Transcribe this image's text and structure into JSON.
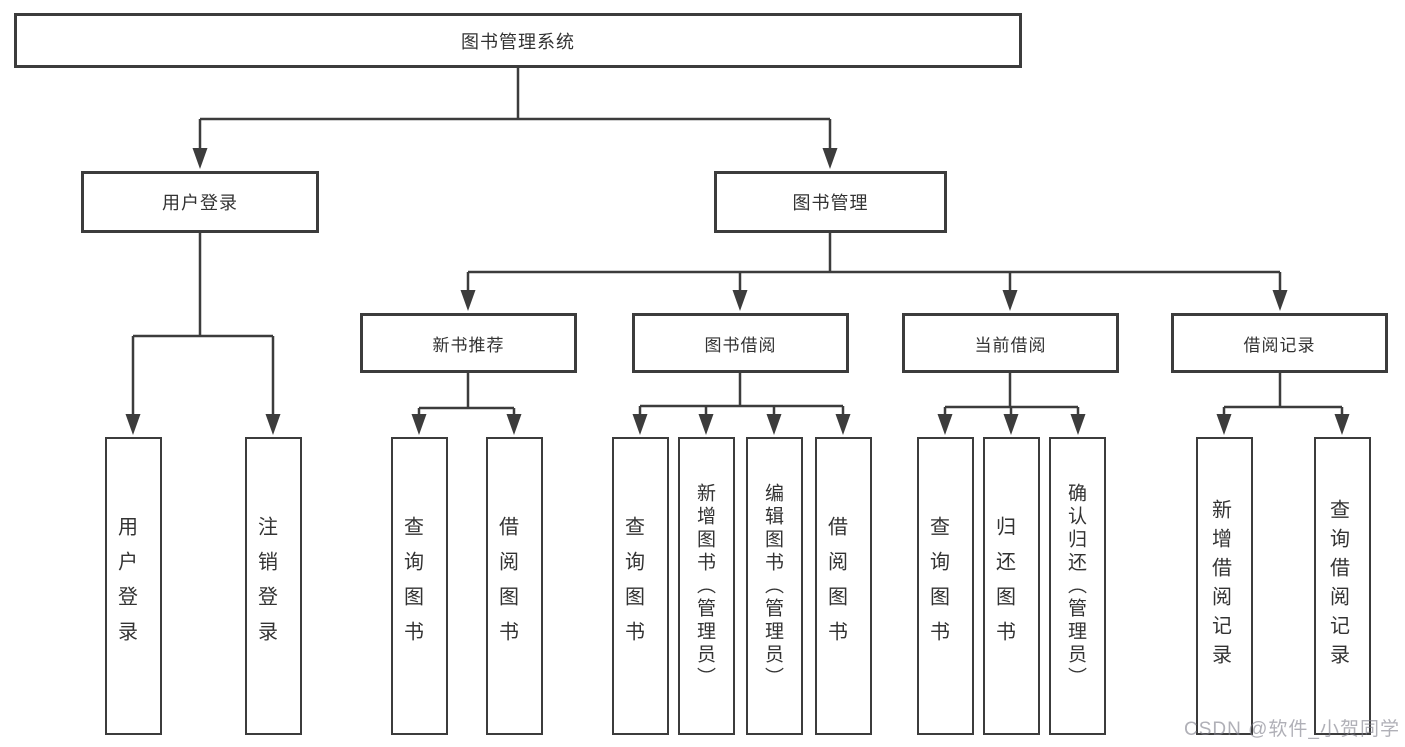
{
  "diagram": {
    "root": {
      "label": "图书管理系统"
    },
    "level2": [
      {
        "label": "用户登录"
      },
      {
        "label": "图书管理"
      }
    ],
    "level3": [
      {
        "label": "新书推荐",
        "parent": "图书管理"
      },
      {
        "label": "图书借阅",
        "parent": "图书管理"
      },
      {
        "label": "当前借阅",
        "parent": "图书管理"
      },
      {
        "label": "借阅记录",
        "parent": "图书管理"
      }
    ],
    "leaves": [
      {
        "label": "用户登录",
        "parent": "用户登录"
      },
      {
        "label": "注销登录",
        "parent": "用户登录"
      },
      {
        "label": "查询图书",
        "parent": "新书推荐"
      },
      {
        "label": "借阅图书",
        "parent": "新书推荐"
      },
      {
        "label": "查询图书",
        "parent": "图书借阅"
      },
      {
        "label": "新增图书（管理员）",
        "parent": "图书借阅"
      },
      {
        "label": "编辑图书（管理员）",
        "parent": "图书借阅"
      },
      {
        "label": "借阅图书",
        "parent": "图书借阅"
      },
      {
        "label": "查询图书",
        "parent": "当前借阅"
      },
      {
        "label": "归还图书",
        "parent": "当前借阅"
      },
      {
        "label": "确认归还（管理员）",
        "parent": "当前借阅"
      },
      {
        "label": "新增借阅记录",
        "parent": "借阅记录"
      },
      {
        "label": "查询借阅记录",
        "parent": "借阅记录"
      }
    ],
    "colors": {
      "line": "#3c3c3c",
      "text": "#333333",
      "background": "#ffffff",
      "watermark": "#8b8b94"
    }
  },
  "watermark": {
    "text": "CSDN @软件_小贺同学"
  }
}
